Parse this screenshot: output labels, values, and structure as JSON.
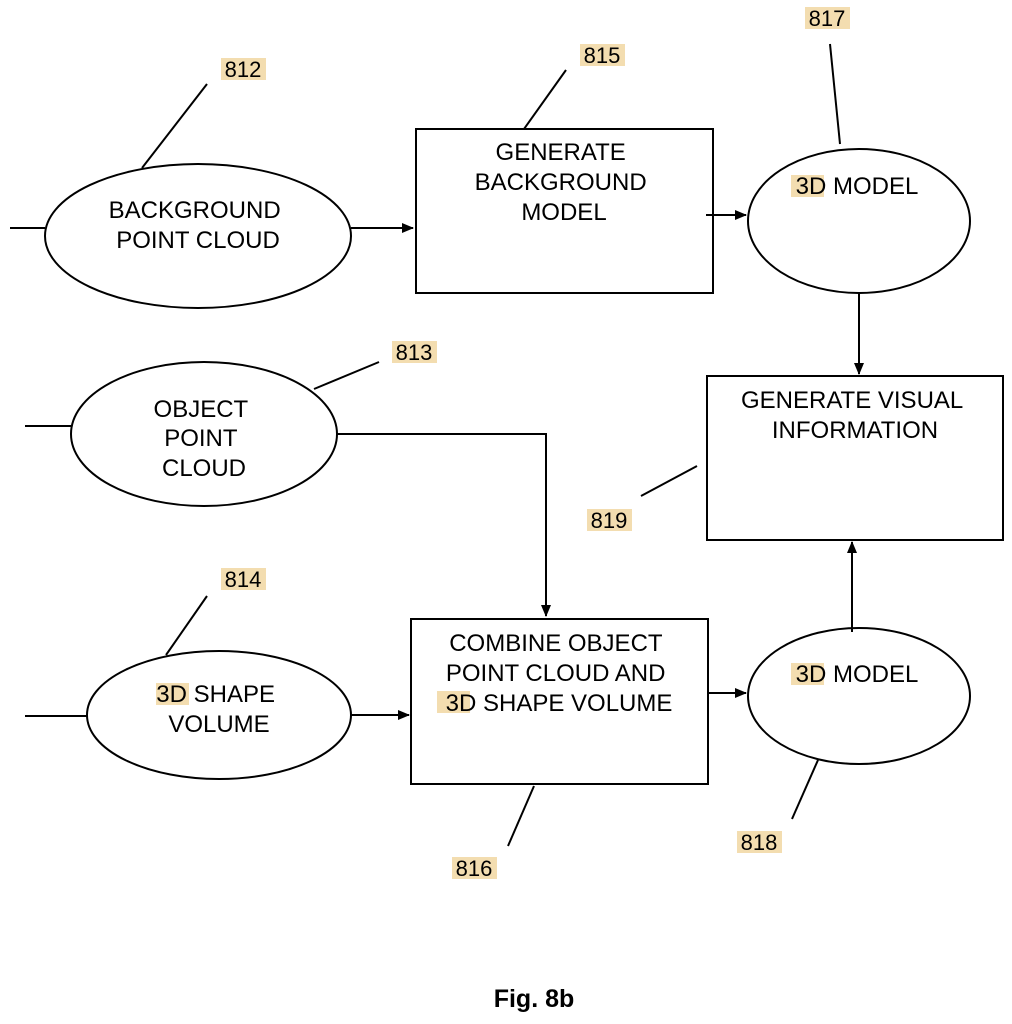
{
  "caption": "Fig. 8b",
  "nodes": {
    "background_point_cloud": {
      "lines": [
        "BACKGROUND",
        "POINT CLOUD"
      ]
    },
    "generate_background_model": {
      "lines": [
        "GENERATE",
        "BACKGROUND",
        "MODEL"
      ]
    },
    "model_3d_top": {
      "prefix": "3D",
      "rest": " MODEL"
    },
    "object_point_cloud": {
      "lines": [
        "OBJECT",
        "POINT",
        "CLOUD"
      ]
    },
    "generate_visual_information": {
      "lines": [
        "GENERATE VISUAL",
        "INFORMATION"
      ]
    },
    "shape_volume_3d": {
      "prefix": "3D",
      "rest": " SHAPE",
      "line2": "VOLUME"
    },
    "combine": {
      "line1": "COMBINE OBJECT",
      "line2": "POINT CLOUD AND",
      "line3_prefix": "3D",
      "line3_rest": " SHAPE VOLUME"
    },
    "model_3d_bottom": {
      "prefix": "3D",
      "rest": " MODEL"
    }
  },
  "refs": {
    "r812": "812",
    "r813": "813",
    "r814": "814",
    "r815": "815",
    "r816": "816",
    "r817": "817",
    "r818": "818",
    "r819": "819"
  },
  "colors": {
    "highlight": "#f3ddb0",
    "stroke": "#000000",
    "background": "#ffffff"
  }
}
